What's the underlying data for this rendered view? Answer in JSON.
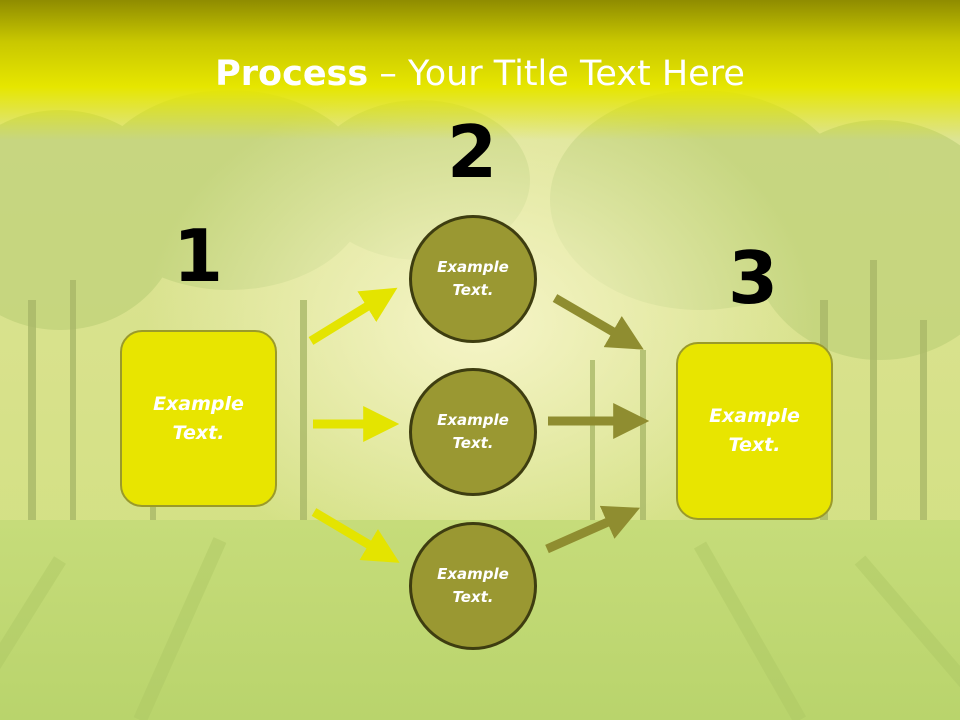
{
  "title": {
    "bold": "Process",
    "rest": " – Your Title Text Here"
  },
  "steps": {
    "one": {
      "number": "1",
      "text": "Example\nText."
    },
    "two": {
      "number": "2",
      "circles": [
        "Example\nText.",
        "Example\nText.",
        "Example\nText."
      ]
    },
    "three": {
      "number": "3",
      "text": "Example\nText."
    }
  },
  "colors": {
    "title_band": "#c9c800",
    "box_fill": "#e8e500",
    "circle_fill": "#9a9832",
    "arrow_left": "#e4e400",
    "arrow_right": "#8f8d30"
  }
}
